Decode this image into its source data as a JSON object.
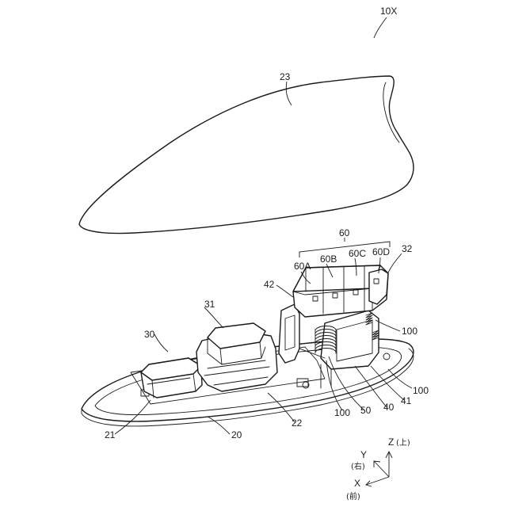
{
  "figure": {
    "assembly_label": "10X",
    "labels": {
      "cover": "23",
      "group": "60",
      "element_a": "60A",
      "element_b": "60B",
      "element_c": "60C",
      "element_d": "60D",
      "part_32": "32",
      "part_42": "42",
      "part_31": "31",
      "part_30": "30",
      "part_100_right": "100",
      "part_100_mid_right": "100",
      "part_100_bottom": "100",
      "part_41": "41",
      "part_40": "40",
      "part_50": "50",
      "part_22": "22",
      "part_21": "21",
      "part_20": "20"
    },
    "axes": {
      "z": "Z",
      "z_dir": "(上)",
      "y": "Y",
      "y_dir": "(右)",
      "x": "X",
      "x_dir": "(前)"
    }
  }
}
